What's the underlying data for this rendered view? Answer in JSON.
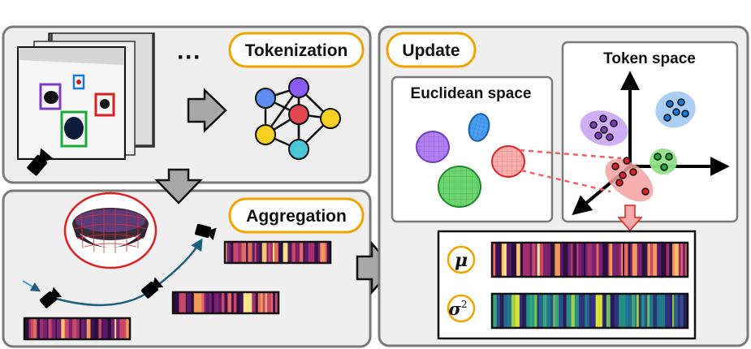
{
  "labels": {
    "tokenization": "Tokenization",
    "aggregation": "Aggregation",
    "update": "Update",
    "token_space": "Token space",
    "euclidean_space": "Euclidean space",
    "ellipsis": "···"
  },
  "symbols": {
    "mu": "μ",
    "sigma_sq": "σ",
    "sigma_exp": "2"
  },
  "colors": {
    "panel_fill": "#efefef",
    "panel_stroke": "#7a7a7a",
    "pill_stroke": "#f0a500",
    "node_blue": "#5b8ef0",
    "node_purple": "#8b5cf6",
    "node_red": "#e0464e",
    "node_yellow": "#f5d020",
    "node_cyan": "#4cc6d6",
    "highlight_red": "#f06060",
    "arrow_teal": "#1f5f80"
  }
}
